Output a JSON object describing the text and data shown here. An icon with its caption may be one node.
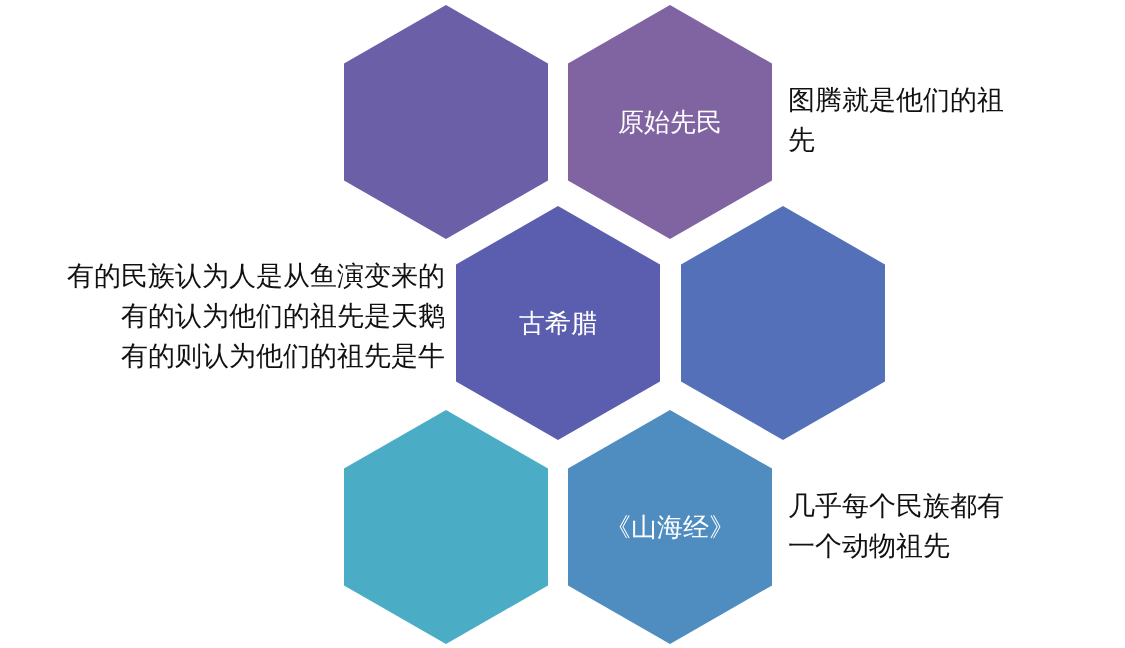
{
  "diagram": {
    "nodes": [
      {
        "text": [],
        "shape": "hexagon"
      },
      {
        "text": [
          "原始先民"
        ],
        "beside": [
          "图腾就是他们的祖先"
        ]
      },
      {
        "text": [
          "古希腊"
        ],
        "beside": [
          "有的民族认为人是从鱼演变来的",
          "有的认为他们的祖先是天鹅",
          "有的则认为他们的祖先是牛"
        ]
      },
      {
        "text": [],
        "shape": "hexagon"
      },
      {
        "text": [],
        "shape": "hexagon"
      },
      {
        "text": [
          "《山海经》"
        ],
        "beside": [
          "几乎每个民族都有一个动物祖先"
        ]
      }
    ]
  }
}
